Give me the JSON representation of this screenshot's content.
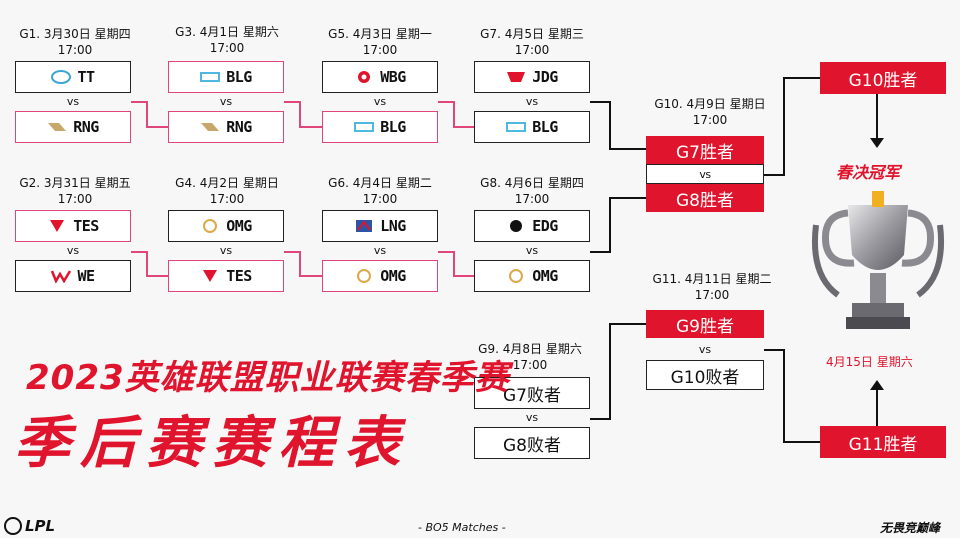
{
  "colors": {
    "accent": "#e0142c",
    "bracket_pink": "#e0457b"
  },
  "games": {
    "g1": {
      "head": "G1. 3月30日 星期四",
      "time": "17:00",
      "team_a": "TT",
      "team_b": "RNG"
    },
    "g2": {
      "head": "G2. 3月31日 星期五",
      "time": "17:00",
      "team_a": "TES",
      "team_b": "WE"
    },
    "g3": {
      "head": "G3. 4月1日 星期六",
      "time": "17:00",
      "team_a": "BLG",
      "team_b": "RNG"
    },
    "g4": {
      "head": "G4. 4月2日 星期日",
      "time": "17:00",
      "team_a": "OMG",
      "team_b": "TES"
    },
    "g5": {
      "head": "G5. 4月3日 星期一",
      "time": "17:00",
      "team_a": "WBG",
      "team_b": "BLG"
    },
    "g6": {
      "head": "G6. 4月4日 星期二",
      "time": "17:00",
      "team_a": "LNG",
      "team_b": "OMG"
    },
    "g7": {
      "head": "G7. 4月5日 星期三",
      "time": "17:00",
      "team_a": "JDG",
      "team_b": "BLG"
    },
    "g8": {
      "head": "G8. 4月6日 星期四",
      "time": "17:00",
      "team_a": "EDG",
      "team_b": "OMG"
    },
    "g9": {
      "head": "G9. 4月8日 星期六",
      "time": "17:00",
      "team_a": "G7败者",
      "team_b": "G8败者"
    },
    "g10": {
      "head": "G10. 4月9日 星期日",
      "time": "17:00",
      "team_a": "G7胜者",
      "team_b": "G8胜者"
    },
    "g11": {
      "head": "G11. 4月11日 星期二",
      "time": "17:00",
      "team_a": "G9胜者",
      "team_b": "G10败者"
    }
  },
  "vs": "vs",
  "final": {
    "top": "G10胜者",
    "bottom": "G11胜者",
    "label": "春决冠军",
    "date": "4月15日 星期六"
  },
  "title": {
    "line1": "2023英雄联盟职业联赛春季赛",
    "line2": "季后赛赛程表"
  },
  "footer": {
    "logo": "LPL",
    "center": "- BO5 Matches -",
    "right": "无畏竞巅峰"
  }
}
